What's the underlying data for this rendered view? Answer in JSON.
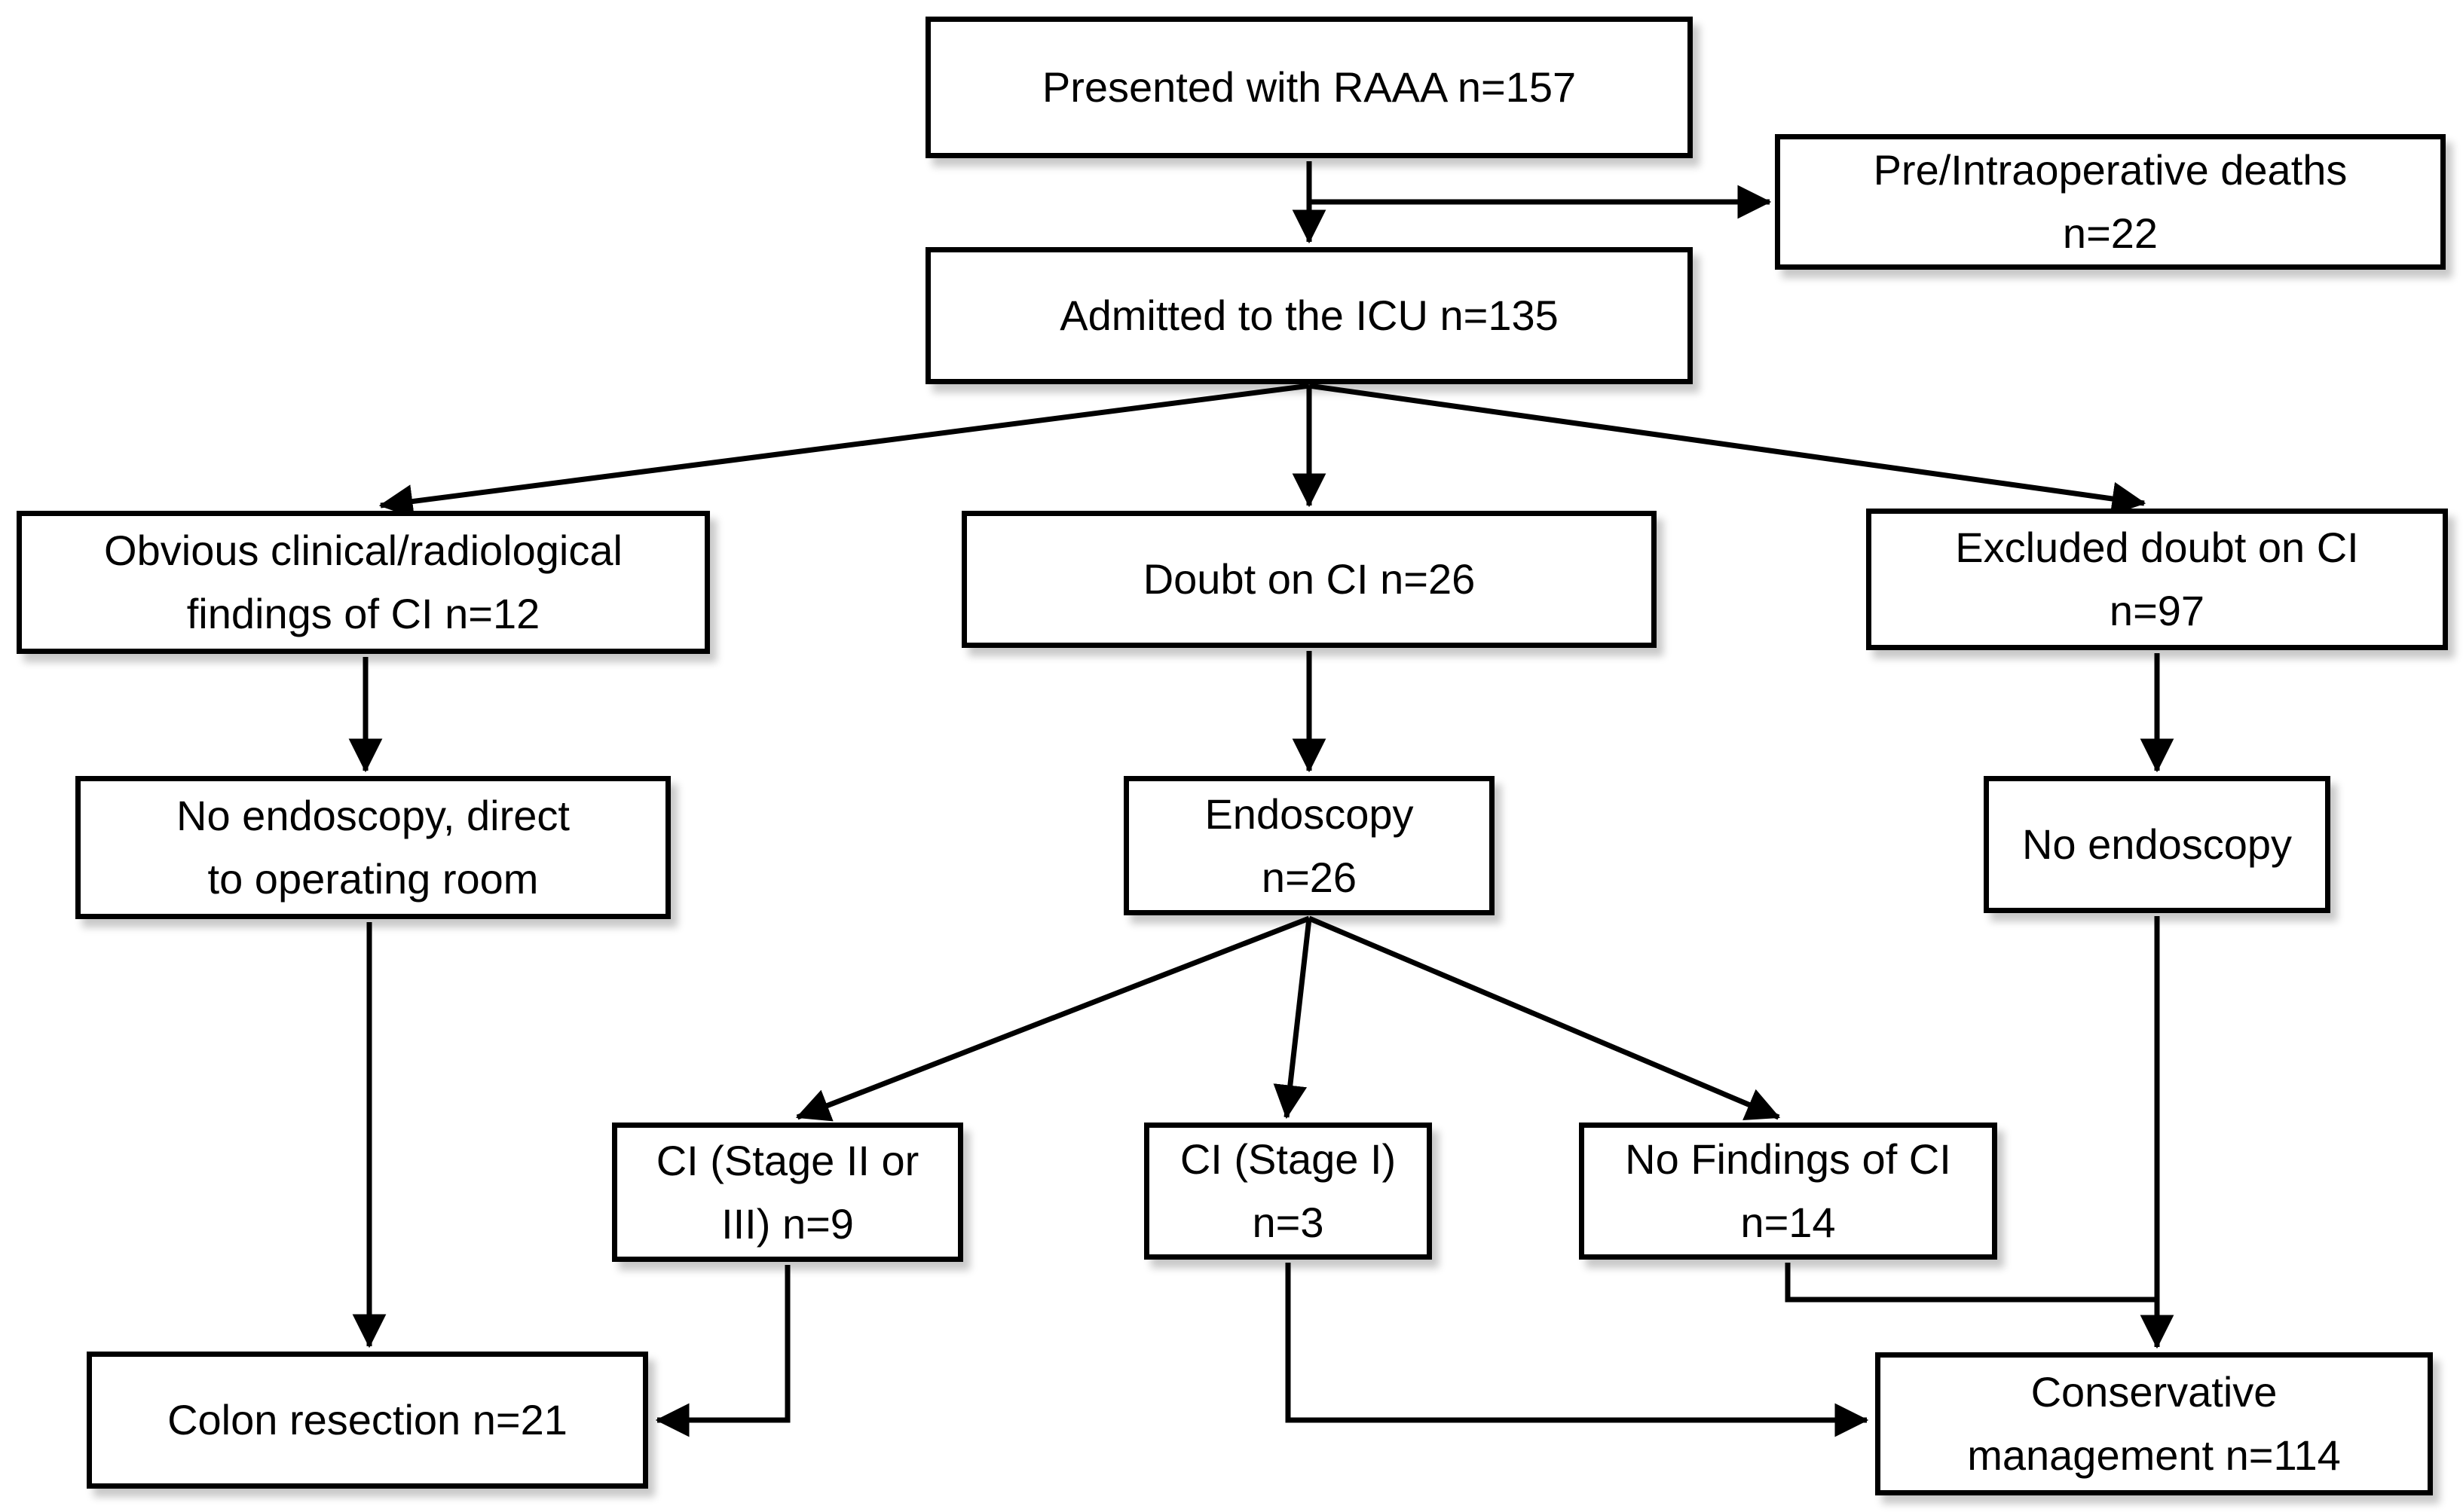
{
  "nodes": {
    "presented": {
      "line1": "Presented with RAAA n=157"
    },
    "deaths": {
      "line1": "Pre/Intraoperative deaths",
      "line2": "n=22"
    },
    "icu": {
      "line1": "Admitted to the ICU n=135"
    },
    "obvious": {
      "line1": "Obvious clinical/radiological",
      "line2": "findings of CI n=12"
    },
    "doubt": {
      "line1": "Doubt on CI n=26"
    },
    "excluded": {
      "line1": "Excluded doubt on CI",
      "line2": "n=97"
    },
    "no_endoscopy_or": {
      "line1": "No endoscopy, direct",
      "line2": "to operating room"
    },
    "endoscopy": {
      "line1": "Endoscopy",
      "line2": "n=26"
    },
    "no_endoscopy": {
      "line1": "No endoscopy"
    },
    "ci_stage2_3": {
      "line1": "CI (Stage II or",
      "line2": "III) n=9"
    },
    "ci_stage1": {
      "line1": "CI (Stage I)",
      "line2": "n=3"
    },
    "no_findings": {
      "line1": "No Findings of CI",
      "line2": "n=14"
    },
    "colon_resection": {
      "line1": "Colon resection n=21"
    },
    "conservative": {
      "line1": "Conservative",
      "line2": "management n=114"
    }
  },
  "edges": [
    {
      "from": "presented",
      "to": "icu"
    },
    {
      "from": "presented",
      "to": "deaths"
    },
    {
      "from": "icu",
      "to": "obvious"
    },
    {
      "from": "icu",
      "to": "doubt"
    },
    {
      "from": "icu",
      "to": "excluded"
    },
    {
      "from": "obvious",
      "to": "no_endoscopy_or"
    },
    {
      "from": "doubt",
      "to": "endoscopy"
    },
    {
      "from": "excluded",
      "to": "no_endoscopy"
    },
    {
      "from": "no_endoscopy_or",
      "to": "colon_resection"
    },
    {
      "from": "endoscopy",
      "to": "ci_stage2_3"
    },
    {
      "from": "endoscopy",
      "to": "ci_stage1"
    },
    {
      "from": "endoscopy",
      "to": "no_findings"
    },
    {
      "from": "ci_stage2_3",
      "to": "colon_resection"
    },
    {
      "from": "ci_stage1",
      "to": "conservative"
    },
    {
      "from": "no_findings",
      "to": "conservative"
    },
    {
      "from": "no_endoscopy",
      "to": "conservative"
    }
  ],
  "colors": {
    "box_border": "#000000",
    "box_fill": "#ffffff",
    "text": "#000000",
    "arrow": "#000000",
    "page_background": "#ffffff"
  }
}
